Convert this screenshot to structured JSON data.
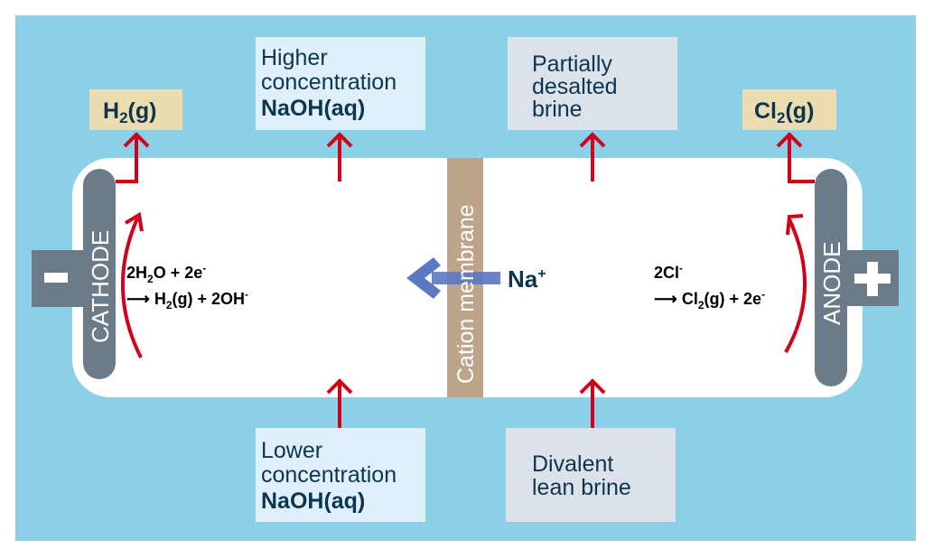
{
  "colors": {
    "background": "#8bd0e6",
    "cell": "#ffffff",
    "electrode": "#6b7b88",
    "membrane": "#bca58b",
    "flow_arrow": "#d0021b",
    "ion_arrow": "#5b79c2",
    "gas_box": "#ecdcb0",
    "naoh_box": "#dff0fb",
    "brine_box": "#dbe2e9",
    "label_text": "#0d3550"
  },
  "gases": {
    "h2": {
      "base": "H",
      "sub": "2",
      "rest": "(g)"
    },
    "cl2": {
      "base": "Cl",
      "sub": "2",
      "rest": "(g)"
    }
  },
  "outputs": {
    "naoh_high": {
      "line1": "Higher",
      "line2": "concentration",
      "line3": "NaOH(aq)"
    },
    "brine_desalted": {
      "line1": "Partially",
      "line2": "desalted",
      "line3": "brine"
    }
  },
  "inputs": {
    "naoh_low": {
      "line1": "Lower",
      "line2": "concentration",
      "line3": "NaOH(aq)"
    },
    "brine_lean": {
      "line1": "Divalent",
      "line2": "lean brine"
    }
  },
  "electrodes": {
    "cathode": {
      "label": "CATHODE",
      "sign": "minus"
    },
    "anode": {
      "label": "ANODE",
      "sign": "plus"
    }
  },
  "membrane": {
    "label": "Cation membrane"
  },
  "ion": {
    "base": "Na",
    "charge": "+",
    "direction": "left"
  },
  "reactions": {
    "cathode": {
      "p1": "2H",
      "p2": "2",
      "p3": "O + 2e",
      "p4": "-",
      "arrow": "⟶",
      "p5": " H",
      "p6": "2",
      "p7": "(g) + 2OH",
      "p8": "-"
    },
    "anode": {
      "p1": "2Cl",
      "p2": "-",
      "arrow": "⟶",
      "p3": " Cl",
      "p4": "2",
      "p5": "(g) + 2e",
      "p6": "-"
    }
  }
}
